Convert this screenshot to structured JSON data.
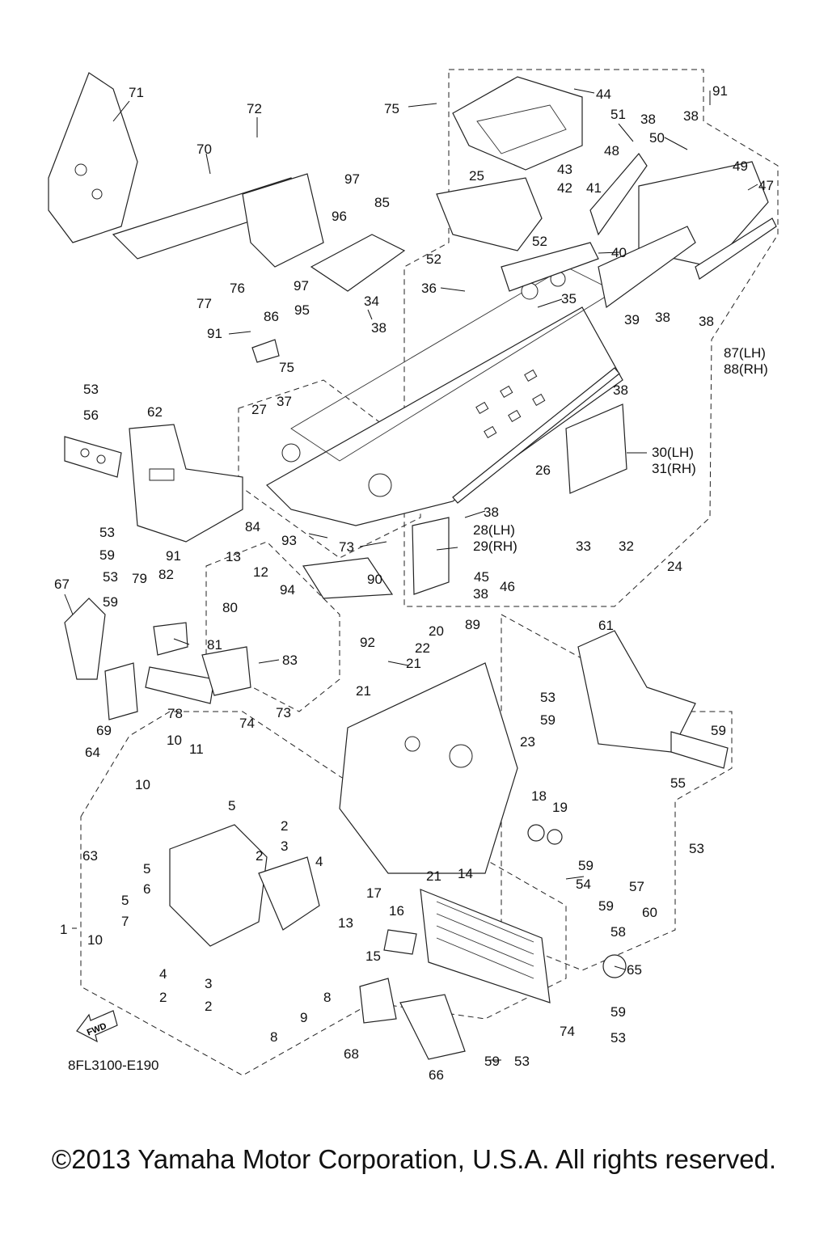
{
  "diagram": {
    "code": "8FL3100-E190",
    "copyright": "©2013 Yamaha Motor Corporation, U.S.A. All rights reserved.",
    "fwd_label": "FWD",
    "callouts": [
      "71",
      "72",
      "70",
      "97",
      "85",
      "75",
      "44",
      "51",
      "38",
      "38",
      "50",
      "91",
      "48",
      "49",
      "47",
      "43",
      "42",
      "41",
      "25",
      "96",
      "52",
      "52",
      "40",
      "76",
      "77",
      "97",
      "95",
      "36",
      "35",
      "34",
      "86",
      "91",
      "75",
      "38",
      "39",
      "38",
      "38",
      "87(LH)",
      "88(RH)",
      "38",
      "53",
      "56",
      "62",
      "27",
      "37",
      "26",
      "30(LH)",
      "31(RH)",
      "84",
      "93",
      "73",
      "38",
      "28(LH)",
      "29(RH)",
      "33",
      "32",
      "53",
      "59",
      "91",
      "13",
      "12",
      "94",
      "90",
      "45",
      "46",
      "38",
      "24",
      "67",
      "53",
      "59",
      "79",
      "82",
      "81",
      "80",
      "83",
      "92",
      "20",
      "89",
      "61",
      "22",
      "21",
      "21",
      "78",
      "69",
      "74",
      "73",
      "53",
      "59",
      "23",
      "59",
      "64",
      "10",
      "11",
      "10",
      "63",
      "5",
      "2",
      "3",
      "2",
      "4",
      "18",
      "19",
      "55",
      "53",
      "5",
      "6",
      "5",
      "7",
      "59",
      "54",
      "57",
      "60",
      "59",
      "58",
      "1",
      "10",
      "4",
      "2",
      "3",
      "2",
      "13",
      "17",
      "16",
      "21",
      "14",
      "15",
      "8",
      "9",
      "8",
      "65",
      "68",
      "66",
      "59",
      "53",
      "74",
      "59",
      "53"
    ]
  }
}
